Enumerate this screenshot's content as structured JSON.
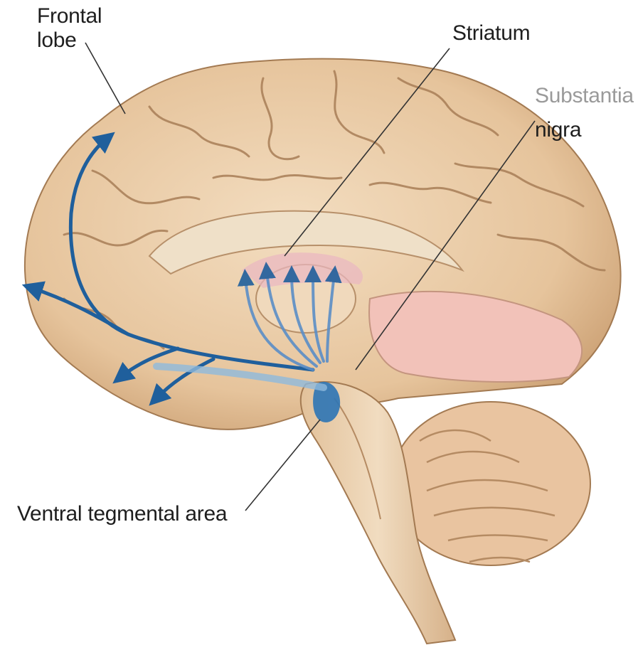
{
  "labels": {
    "frontal_line1": "Frontal",
    "frontal_line2": "lobe",
    "striatum": "Striatum",
    "substantia": "Substantia",
    "nigra": "nigra",
    "ventral_tegmental_area": "Ventral tegmental area"
  },
  "colors": {
    "brain": "#ead0ae",
    "brain_dark": "#c9a47a",
    "cortex_shadow": "#b98d63",
    "pathway": "#1f5f9c",
    "pathway_light": "#8fb9dc",
    "cerebellum": "#e8c7a4",
    "leader_line": "#333333"
  }
}
